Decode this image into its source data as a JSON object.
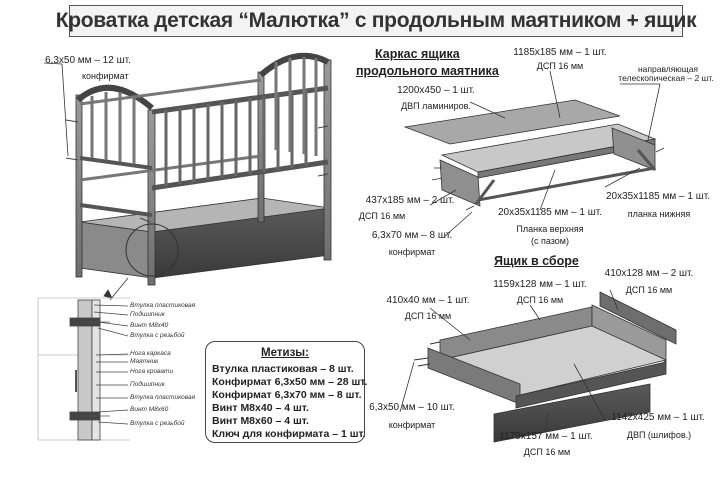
{
  "title": "Кроватка детская “Малютка” с продольным маятником + ящик",
  "crib": {
    "screw_top": "6,3х50 мм – 12 шт.",
    "screw_top_type": "конфирмат"
  },
  "frame": {
    "title_line1": "Каркас ящика",
    "title_line2": "продольного маятника",
    "panel_top": "1185х185 мм – 1 шт.",
    "panel_top_mat": "ДСП 16 мм",
    "guide_line1": "направляющая",
    "guide_line2": "телескопическая – 2 шт.",
    "dvp": "1200х450 – 1 шт.",
    "dvp_mat": "ДВП ламиниров.",
    "side": "437х185 мм – 2 шт.",
    "side_mat": "ДСП 16 мм",
    "bar_bottom": "20х35х1185 мм – 1 шт.",
    "bar_bottom_name": "планка нижняя",
    "bar_top": "20х35х1185 мм – 1 шт.",
    "bar_top_name1": "Планка верхняя",
    "bar_top_name2": "(с пазом)",
    "screw": "6,3х70 мм – 8 шт.",
    "screw_type": "конфирмат"
  },
  "drawer": {
    "title": "Ящик в сборе",
    "front_small": "410х40 мм – 1 шт.",
    "front_small_mat": "ДСП 16 мм",
    "back": "1159х128 мм – 1 шт.",
    "back_mat": "ДСП 16 мм",
    "sides": "410х128 мм – 2 шт.",
    "sides_mat": "ДСП 16 мм",
    "screw": "6,3х50 мм – 10 шт.",
    "screw_type": "конфирмат",
    "bottom": "1142х425 мм – 1 шт.",
    "bottom_mat": "ДВП (шлифов.)",
    "front": "1179х157 мм – 1 шт.",
    "front_mat": "ДСП 16 мм"
  },
  "detail": [
    "Втулка пластиковая",
    "Подшипник",
    "Винт М8х40",
    "Втулка с резьбой",
    "Нога каркаса",
    "Маятник",
    "Нога кровати",
    "Подшипник",
    "Втулка пластиковая",
    "Винт М8х60",
    "Втулка с резьбой"
  ],
  "metizy": {
    "title": "Метизы:",
    "items": [
      "Втулка пластиковая – 8 шт.",
      "Конфирмат 6,3х50 мм – 28 шт.",
      "Конфирмат 6,3х70 мм – 8 шт.",
      "Винт М8х40 – 4 шт.",
      "Винт М8х60 – 4 шт.",
      "Ключ для конфирмата – 1 шт."
    ]
  }
}
